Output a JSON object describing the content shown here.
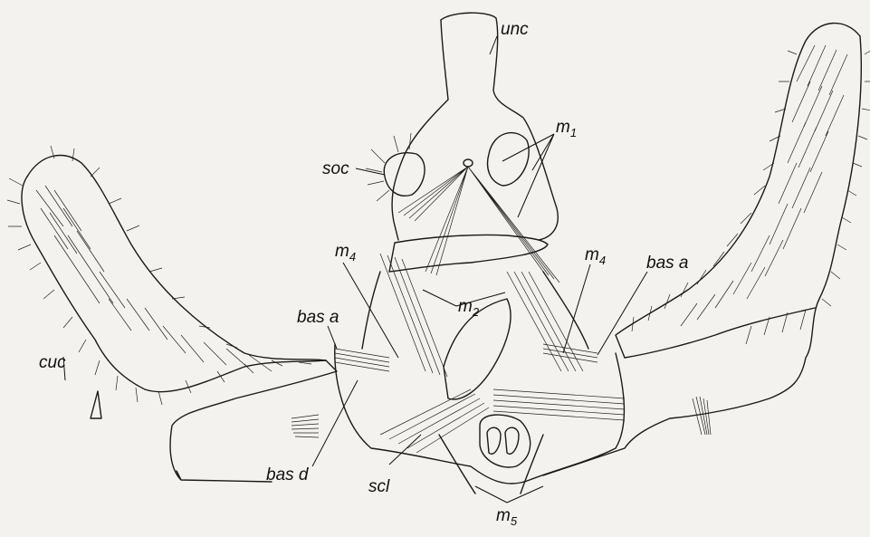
{
  "labels": {
    "unc": "unc",
    "m1_base": "m",
    "m1_sub": "1",
    "soc": "soc",
    "m4_left_base": "m",
    "m4_left_sub": "4",
    "m2_base": "m",
    "m2_sub": "2",
    "m4_right_base": "m",
    "m4_right_sub": "4",
    "bas_a_right": "bas a",
    "bas_a_left": "bas a",
    "cuc": "cuc",
    "bas_d": "bas d",
    "scl": "scl",
    "m5_base": "m",
    "m5_sub": "5"
  },
  "colors": {
    "paper": "#f3f2ee",
    "ink": "#1a1a1a"
  }
}
